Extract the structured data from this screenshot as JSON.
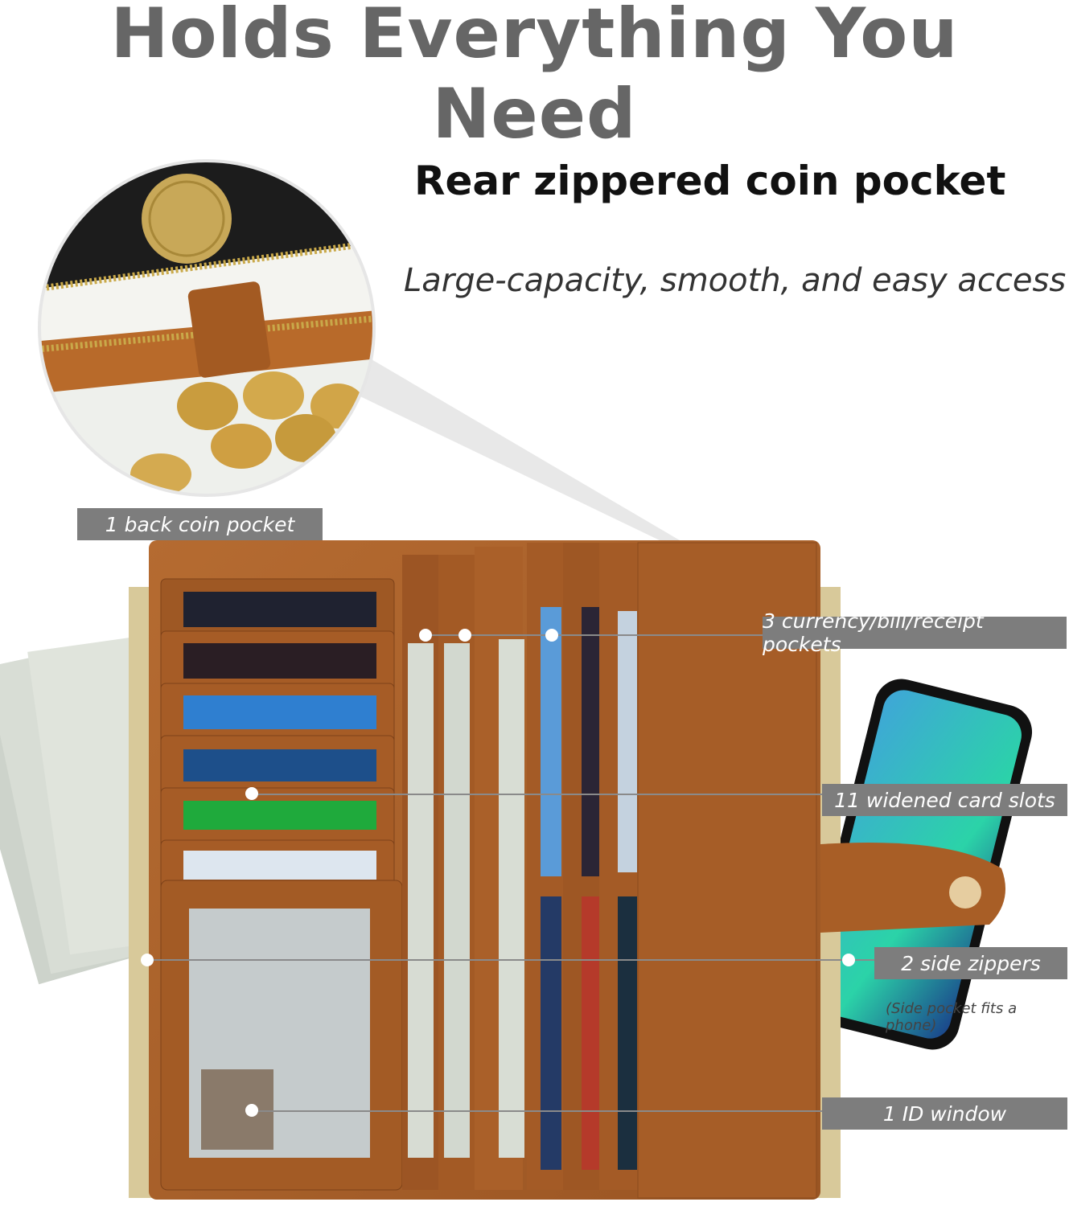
{
  "headline": "Holds Everything You Need",
  "feature": {
    "title": "Rear zippered coin pocket",
    "subtitle": "Large-capacity, smooth, and easy access"
  },
  "callouts": {
    "back_coin_pocket": "1 back coin pocket",
    "currency_pockets": "3 currency/bill/receipt pockets",
    "card_slots": "11 widened card slots",
    "side_zippers": "2 side zippers",
    "side_zippers_note": "(Side pocket fits a phone)",
    "id_window": "1 ID window"
  },
  "colors": {
    "headline": "#666666",
    "label_bg": "#7d7d7d",
    "leather": "#a9612b",
    "leather_dark": "#8a4b1e"
  }
}
